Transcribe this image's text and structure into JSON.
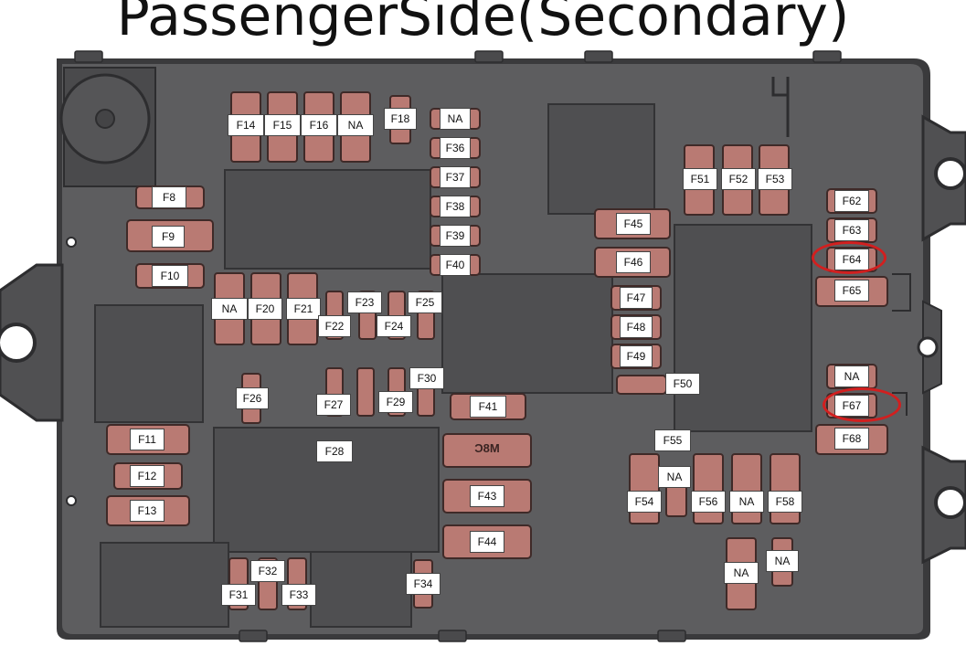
{
  "title": "PassengerSide(Secondary)",
  "colors": {
    "housing": "#5b5b5d",
    "housing_dark": "#3d3d3f",
    "fuse": "#b97a73",
    "highlight": "#d21f1f"
  },
  "fuses": [
    {
      "id": "f14",
      "label": "F14"
    },
    {
      "id": "f15",
      "label": "F15"
    },
    {
      "id": "f16",
      "label": "F16"
    },
    {
      "id": "na1",
      "label": "NA"
    },
    {
      "id": "f18",
      "label": "F18"
    },
    {
      "id": "na2",
      "label": "NA"
    },
    {
      "id": "f36",
      "label": "F36"
    },
    {
      "id": "f37",
      "label": "F37"
    },
    {
      "id": "f38",
      "label": "F38"
    },
    {
      "id": "f39",
      "label": "F39"
    },
    {
      "id": "f40",
      "label": "F40"
    },
    {
      "id": "f8",
      "label": "F8"
    },
    {
      "id": "f9",
      "label": "F9"
    },
    {
      "id": "f10",
      "label": "F10"
    },
    {
      "id": "na3",
      "label": "NA"
    },
    {
      "id": "f20",
      "label": "F20"
    },
    {
      "id": "f21",
      "label": "F21"
    },
    {
      "id": "f22",
      "label": "F22"
    },
    {
      "id": "f23",
      "label": "F23"
    },
    {
      "id": "f24",
      "label": "F24"
    },
    {
      "id": "f25",
      "label": "F25"
    },
    {
      "id": "f26",
      "label": "F26"
    },
    {
      "id": "f27",
      "label": "F27"
    },
    {
      "id": "f29",
      "label": "F29"
    },
    {
      "id": "f30",
      "label": "F30"
    },
    {
      "id": "f41",
      "label": "F41"
    },
    {
      "id": "m8c",
      "label": "M8C"
    },
    {
      "id": "f43",
      "label": "F43"
    },
    {
      "id": "f44",
      "label": "F44"
    },
    {
      "id": "f11",
      "label": "F11"
    },
    {
      "id": "f12",
      "label": "F12"
    },
    {
      "id": "f13",
      "label": "F13"
    },
    {
      "id": "f28",
      "label": "F28"
    },
    {
      "id": "f31",
      "label": "F31"
    },
    {
      "id": "f32",
      "label": "F32"
    },
    {
      "id": "f33",
      "label": "F33"
    },
    {
      "id": "f34",
      "label": "F34"
    },
    {
      "id": "f45",
      "label": "F45"
    },
    {
      "id": "f46",
      "label": "F46"
    },
    {
      "id": "f47",
      "label": "F47"
    },
    {
      "id": "f48",
      "label": "F48"
    },
    {
      "id": "f49",
      "label": "F49"
    },
    {
      "id": "f50",
      "label": "F50"
    },
    {
      "id": "f51",
      "label": "F51"
    },
    {
      "id": "f52",
      "label": "F52"
    },
    {
      "id": "f53",
      "label": "F53"
    },
    {
      "id": "f62",
      "label": "F62"
    },
    {
      "id": "f63",
      "label": "F63"
    },
    {
      "id": "f64",
      "label": "F64"
    },
    {
      "id": "f65",
      "label": "F65"
    },
    {
      "id": "na4",
      "label": "NA"
    },
    {
      "id": "f67",
      "label": "F67"
    },
    {
      "id": "f68",
      "label": "F68"
    },
    {
      "id": "f55",
      "label": "F55"
    },
    {
      "id": "na5",
      "label": "NA"
    },
    {
      "id": "f54",
      "label": "F54"
    },
    {
      "id": "f56",
      "label": "F56"
    },
    {
      "id": "na6",
      "label": "NA"
    },
    {
      "id": "f58",
      "label": "F58"
    },
    {
      "id": "na7",
      "label": "NA"
    },
    {
      "id": "na8",
      "label": "NA"
    }
  ],
  "highlighted": [
    "F64",
    "F67"
  ]
}
